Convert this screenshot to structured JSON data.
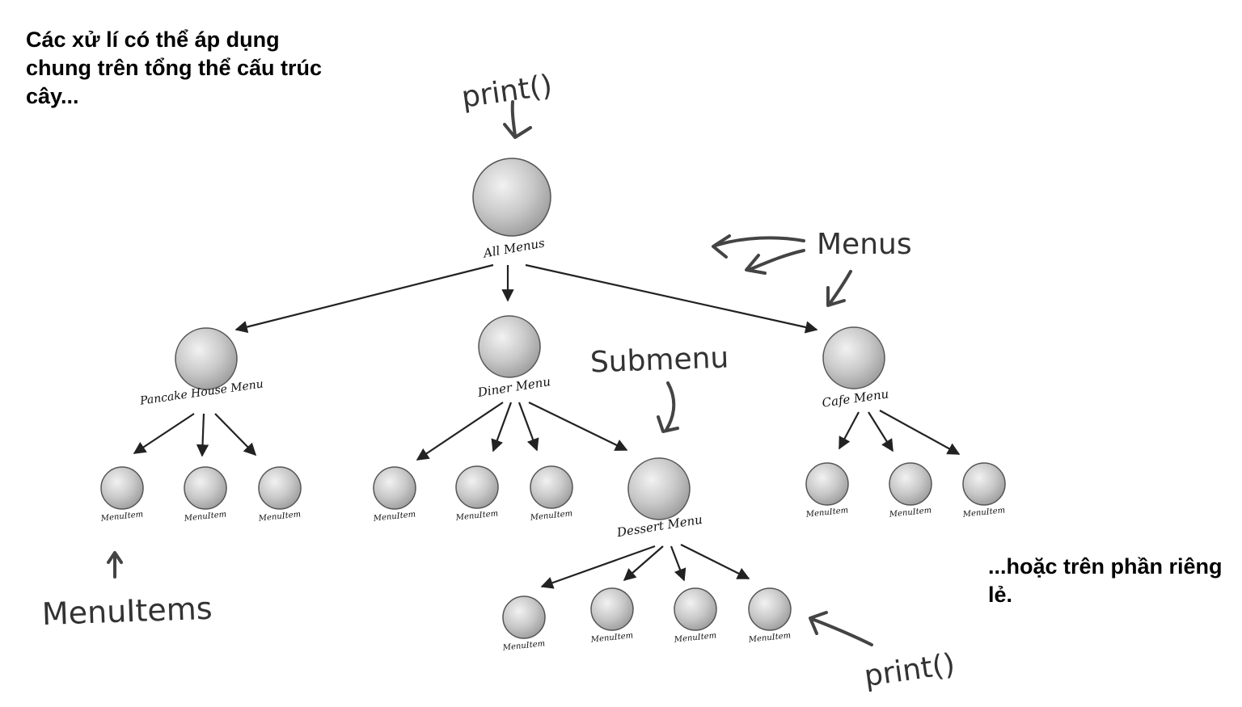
{
  "notes": {
    "top": "Các xử lí có thể áp dụng chung trên tổng thể cấu trúc cây...",
    "bottom": "...hoặc trên phần riêng lẻ."
  },
  "annotations": {
    "print_top": "print()",
    "print_bottom": "print()",
    "menus": "Menus",
    "submenu": "Submenu",
    "menuitems": "MenuItems"
  },
  "tree": {
    "root": "All Menus",
    "pancake": "Pancake House Menu",
    "diner": "Diner Menu",
    "cafe": "Cafe Menu",
    "dessert": "Dessert Menu",
    "item": "MenuItem"
  },
  "colors": {
    "node_fill": "#c8c8c8",
    "node_stroke": "#555555",
    "arrow": "#222222",
    "hand_arrow": "#444444"
  }
}
